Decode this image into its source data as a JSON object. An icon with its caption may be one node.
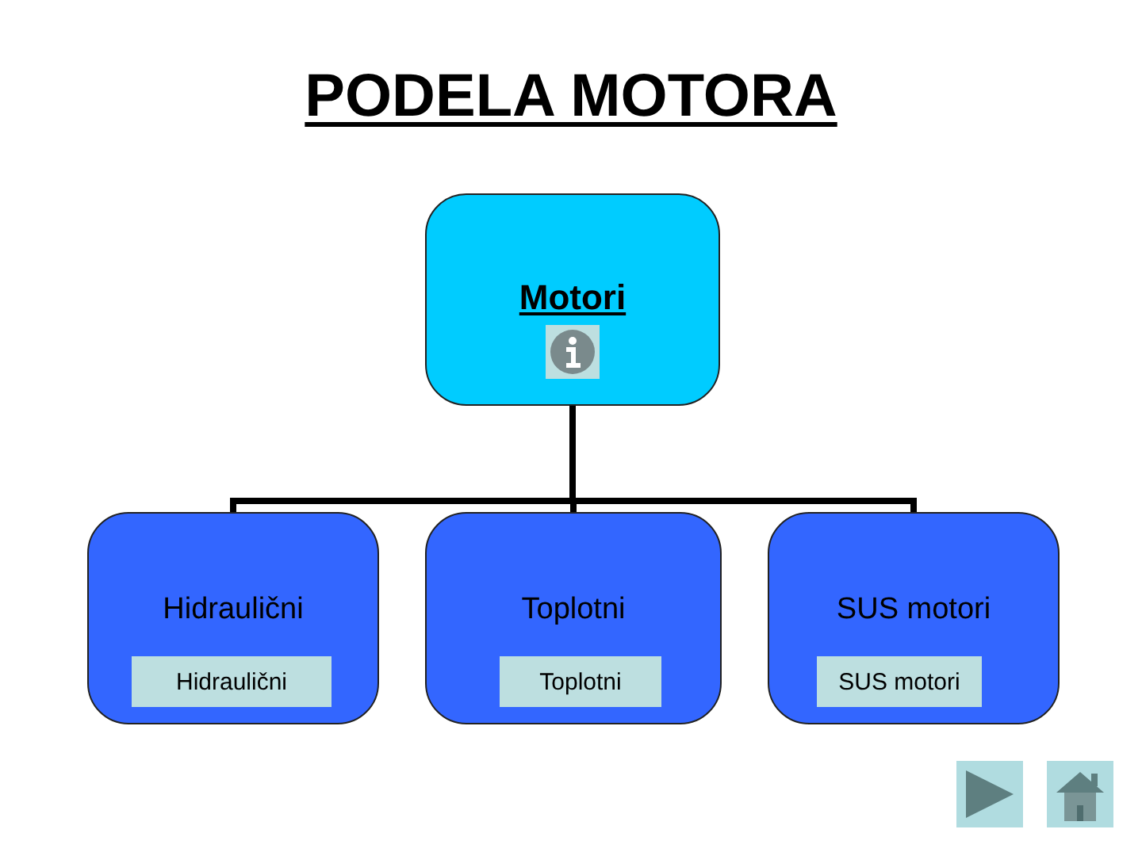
{
  "diagram": {
    "title": "PODELA MOTORA",
    "nodes": [
      {
        "text": [
          "Motori"
        ]
      },
      {
        "text": [
          "Hidraulični"
        ]
      },
      {
        "text": [
          "Hidraulični"
        ],
        "in": 1
      },
      {
        "text": [
          "Toplotni"
        ]
      },
      {
        "text": [
          "Toplotni"
        ],
        "in": 3
      },
      {
        "text": [
          "SUS motori"
        ]
      },
      {
        "text": [
          "SUS motori"
        ],
        "in": 5
      }
    ],
    "edges": [
      {
        "from": 0,
        "to": 1,
        "arrow": "none"
      },
      {
        "from": 0,
        "to": 3,
        "arrow": "none"
      },
      {
        "from": 0,
        "to": 5,
        "arrow": "none"
      }
    ]
  }
}
